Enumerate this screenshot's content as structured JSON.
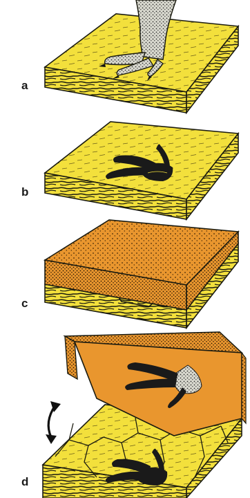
{
  "panels": [
    {
      "label": "a"
    },
    {
      "label": "b"
    },
    {
      "label": "c"
    },
    {
      "label": "d"
    }
  ],
  "colors": {
    "sand_yellow": "#f3e03c",
    "sand_orange": "#e9962e",
    "ink": "#1b1b10",
    "background": "#ffffff"
  },
  "icons": {
    "dinosaur_foot": "dinosaur-foot-icon",
    "footprint": "footprint-icon",
    "rotate_arrow": "rotate-arrow-icon"
  }
}
